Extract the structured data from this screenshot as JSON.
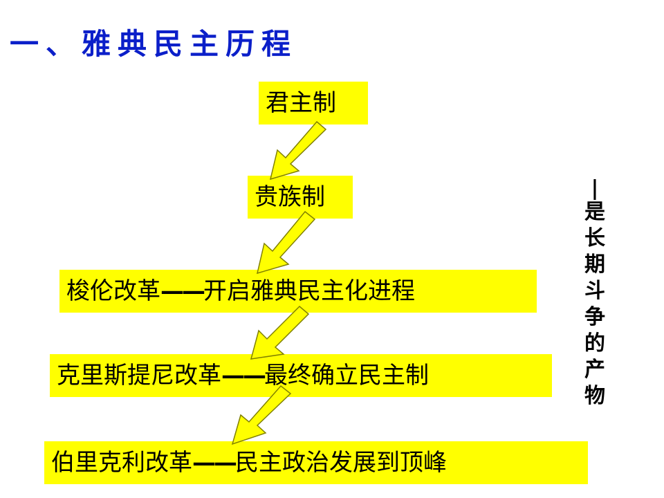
{
  "title": "一、雅典民主历程",
  "stages": [
    {
      "label": "君主制"
    },
    {
      "label": "贵族制"
    },
    {
      "name": "梭伦改革",
      "dash": "——",
      "desc": "开启雅典民主化进程"
    },
    {
      "name": "克里斯提尼改革",
      "dash": "——",
      "desc": "最终确立民主制"
    },
    {
      "name": "伯里克利改革",
      "dash": "——",
      "desc": "民主政治发展到顶峰"
    }
  ],
  "side_note": {
    "bar": "|",
    "chars": [
      "是",
      "长",
      "期",
      "斗",
      "争",
      "的",
      "产",
      "物"
    ]
  },
  "colors": {
    "box": "#ffff00",
    "title": "#0b1fc9",
    "arrow_fill": "#ffff00",
    "arrow_stroke": "#808000"
  }
}
